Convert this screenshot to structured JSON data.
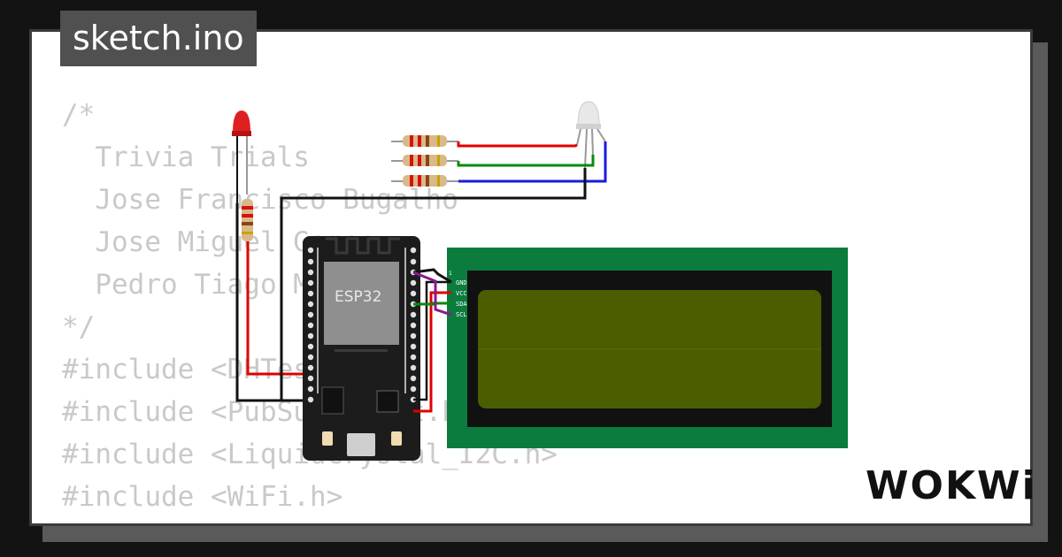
{
  "title": "sketch.ino",
  "code_lines": [
    "/*",
    "  Trivia Trials",
    "  Jose Francisco Bugalho",
    "  Jose Miguel Gomes",
    "  Pedro Tiago M",
    "*/",
    "",
    "#include <DHTesp.h>",
    "#include <PubSubClient.h>",
    "#include <LiquidCrystal_I2C.h>",
    "#include <WiFi.h>"
  ],
  "esp32_label": "ESP32",
  "lcd_pins": [
    "GND",
    "VCC",
    "SDA",
    "SCL"
  ],
  "lcd_pin_marker": "1",
  "logo": "WOKWi",
  "colors": {
    "background": "#131313",
    "card": "#ffffff",
    "code_text": "#c9c9c9",
    "title_bg": "#505050",
    "lcd_board": "#0b7c3e",
    "lcd_screen": "#4a5e00",
    "wire_red": "#e00000",
    "wire_green": "#0a8a0a",
    "wire_blue": "#1a1ae0",
    "wire_black": "#111111",
    "wire_purple": "#8a1a8a"
  }
}
